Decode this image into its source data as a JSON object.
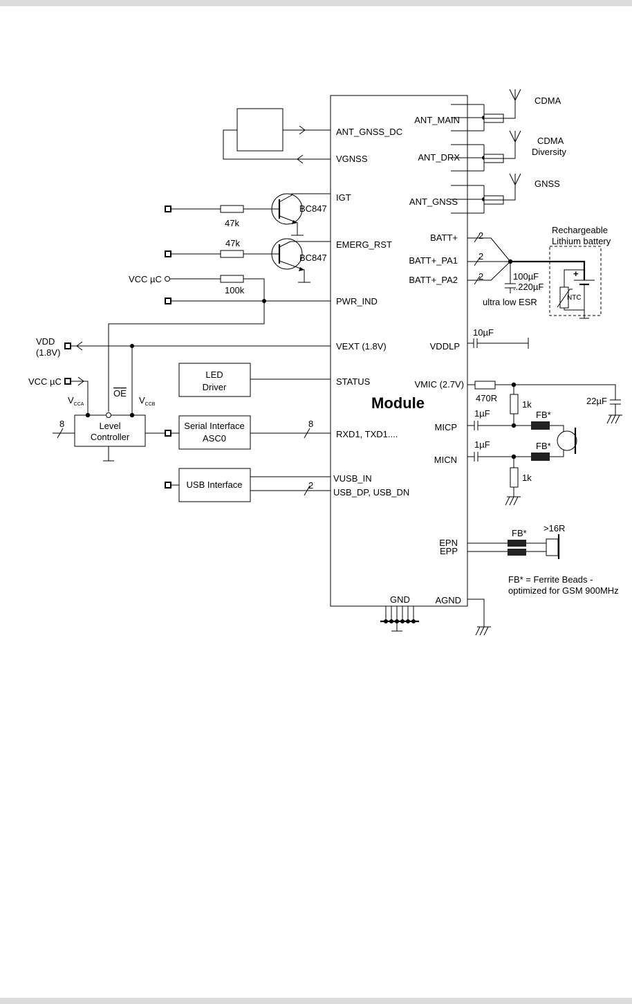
{
  "module": {
    "title": "Module",
    "pins_left": {
      "ant_gnss_dc": "ANT_GNSS_DC",
      "vgnss": "VGNSS",
      "igt": "IGT",
      "emerg_rst": "EMERG_RST",
      "pwr_ind": "PWR_IND",
      "vext": "VEXT (1.8V)",
      "status": "STATUS",
      "rxd_txd": "RXD1, TXD1....",
      "vusb_in": "VUSB_IN",
      "usb_dp_dn": "USB_DP, USB_DN"
    },
    "pins_right": {
      "ant_main": "ANT_MAIN",
      "ant_drx": "ANT_DRX",
      "ant_gnss": "ANT_GNSS",
      "batt_plus": "BATT+",
      "batt_pa1": "BATT+_PA1",
      "batt_pa2": "BATT+_PA2",
      "vddlp": "VDDLP",
      "vmic": "VMIC (2.7V)",
      "micp": "MICP",
      "micn": "MICN",
      "epn": "EPN",
      "epp": "EPP",
      "agnd": "AGND"
    },
    "gnd": "GND"
  },
  "antennas": {
    "cdma": "CDMA",
    "cdma_diversity_1": "CDMA",
    "cdma_diversity_2": "Diversity",
    "gnss": "GNSS"
  },
  "transistors": {
    "t1": "BC847",
    "t2": "BC847"
  },
  "resistors": {
    "r_igt": "47k",
    "r_emerg": "47k",
    "r_pwr": "100k",
    "r_vmic": "470R",
    "r_micp": "1k",
    "r_micn": "1k"
  },
  "supply_labels": {
    "vcc_uc_top": "VCC µC",
    "vdd_1": "VDD",
    "vdd_2": "(1.8V)",
    "vcc_uc_left": "VCC µC"
  },
  "level_controller": {
    "label_1": "Level",
    "label_2": "Controller",
    "oe": "OE",
    "vcca_main": "V",
    "vcca_sub": "CCA",
    "vccb_main": "V",
    "vccb_sub": "CCB",
    "bus_width": "8"
  },
  "blocks": {
    "led_1": "LED",
    "led_2": "Driver",
    "serial_1": "Serial Interface",
    "serial_2": "ASC0",
    "usb": "USB Interface"
  },
  "bus": {
    "serial_width": "8",
    "usb_width": "2"
  },
  "battery": {
    "title_1": "Rechargeable",
    "title_2": "Lithium battery",
    "plus": "+",
    "ntc": "NTC",
    "cap_1": "100µF",
    "cap_2": "..220µF",
    "esr": "ultra low ESR",
    "batt_width_1": "2",
    "batt_width_2": "2",
    "batt_width_3": "2"
  },
  "caps": {
    "vddlp": "10µF",
    "vmic": "22µF",
    "micp": "1µF",
    "micn": "1µF"
  },
  "audio": {
    "fb_micp": "FB*",
    "fb_micn": "FB*",
    "fb_ep": "FB*",
    "speaker": ">16R",
    "note_1": "FB* = Ferrite Beads -",
    "note_2": "optimized for GSM 900MHz"
  }
}
